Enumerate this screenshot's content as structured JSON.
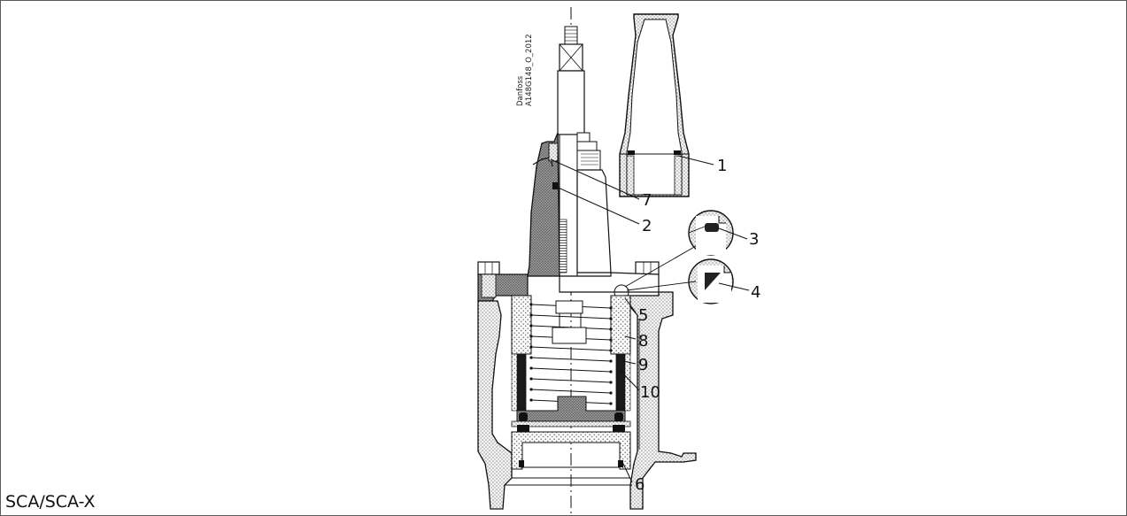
{
  "caption": "SCA/SCA-X",
  "watermark": {
    "line1": "Danfoss",
    "line2": "A148G148_O_2012"
  },
  "callouts": [
    {
      "id": "1",
      "label": "1"
    },
    {
      "id": "2",
      "label": "2"
    },
    {
      "id": "3",
      "label": "3"
    },
    {
      "id": "4",
      "label": "4"
    },
    {
      "id": "5",
      "label": "5"
    },
    {
      "id": "6",
      "label": "6"
    },
    {
      "id": "7",
      "label": "7"
    },
    {
      "id": "8",
      "label": "8"
    },
    {
      "id": "9",
      "label": "9"
    },
    {
      "id": "10",
      "label": "10"
    }
  ],
  "colors": {
    "line": "#111111",
    "body_stipple": "#777777",
    "dark_fill": "#555555",
    "seal": "#1a1a1a"
  }
}
